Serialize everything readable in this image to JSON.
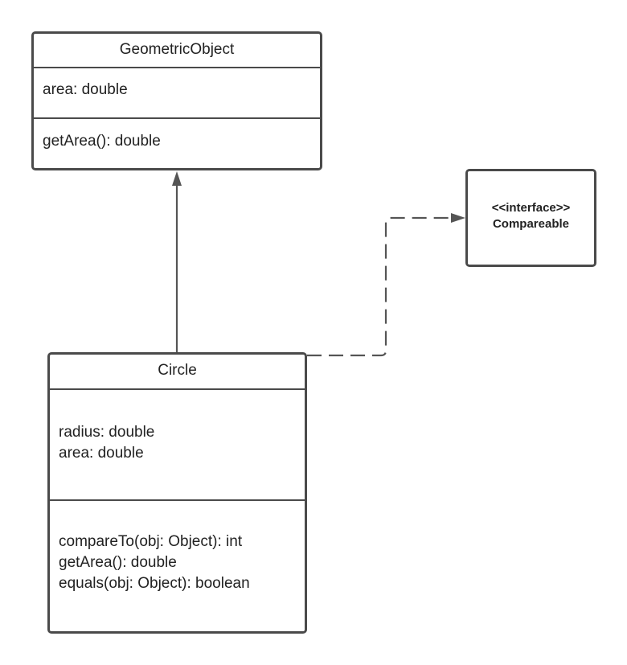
{
  "classes": {
    "geometric_object": {
      "name": "GeometricObject",
      "attributes": [
        "area: double"
      ],
      "operations": [
        "getArea(): double"
      ]
    },
    "circle": {
      "name": "Circle",
      "attributes": [
        "radius: double",
        "area: double"
      ],
      "operations": [
        "compareTo(obj: Object): int",
        "getArea(): double",
        "equals(obj: Object): boolean"
      ]
    }
  },
  "interface": {
    "stereotype": "<<interface>>",
    "name": "Compareable"
  },
  "relationships": [
    {
      "type": "generalization",
      "from": "Circle",
      "to": "GeometricObject"
    },
    {
      "type": "realization",
      "from": "Circle",
      "to": "Compareable"
    }
  ],
  "colors": {
    "line": "#4a4a4a",
    "arrow_line": "#555555",
    "text": "#222222"
  }
}
